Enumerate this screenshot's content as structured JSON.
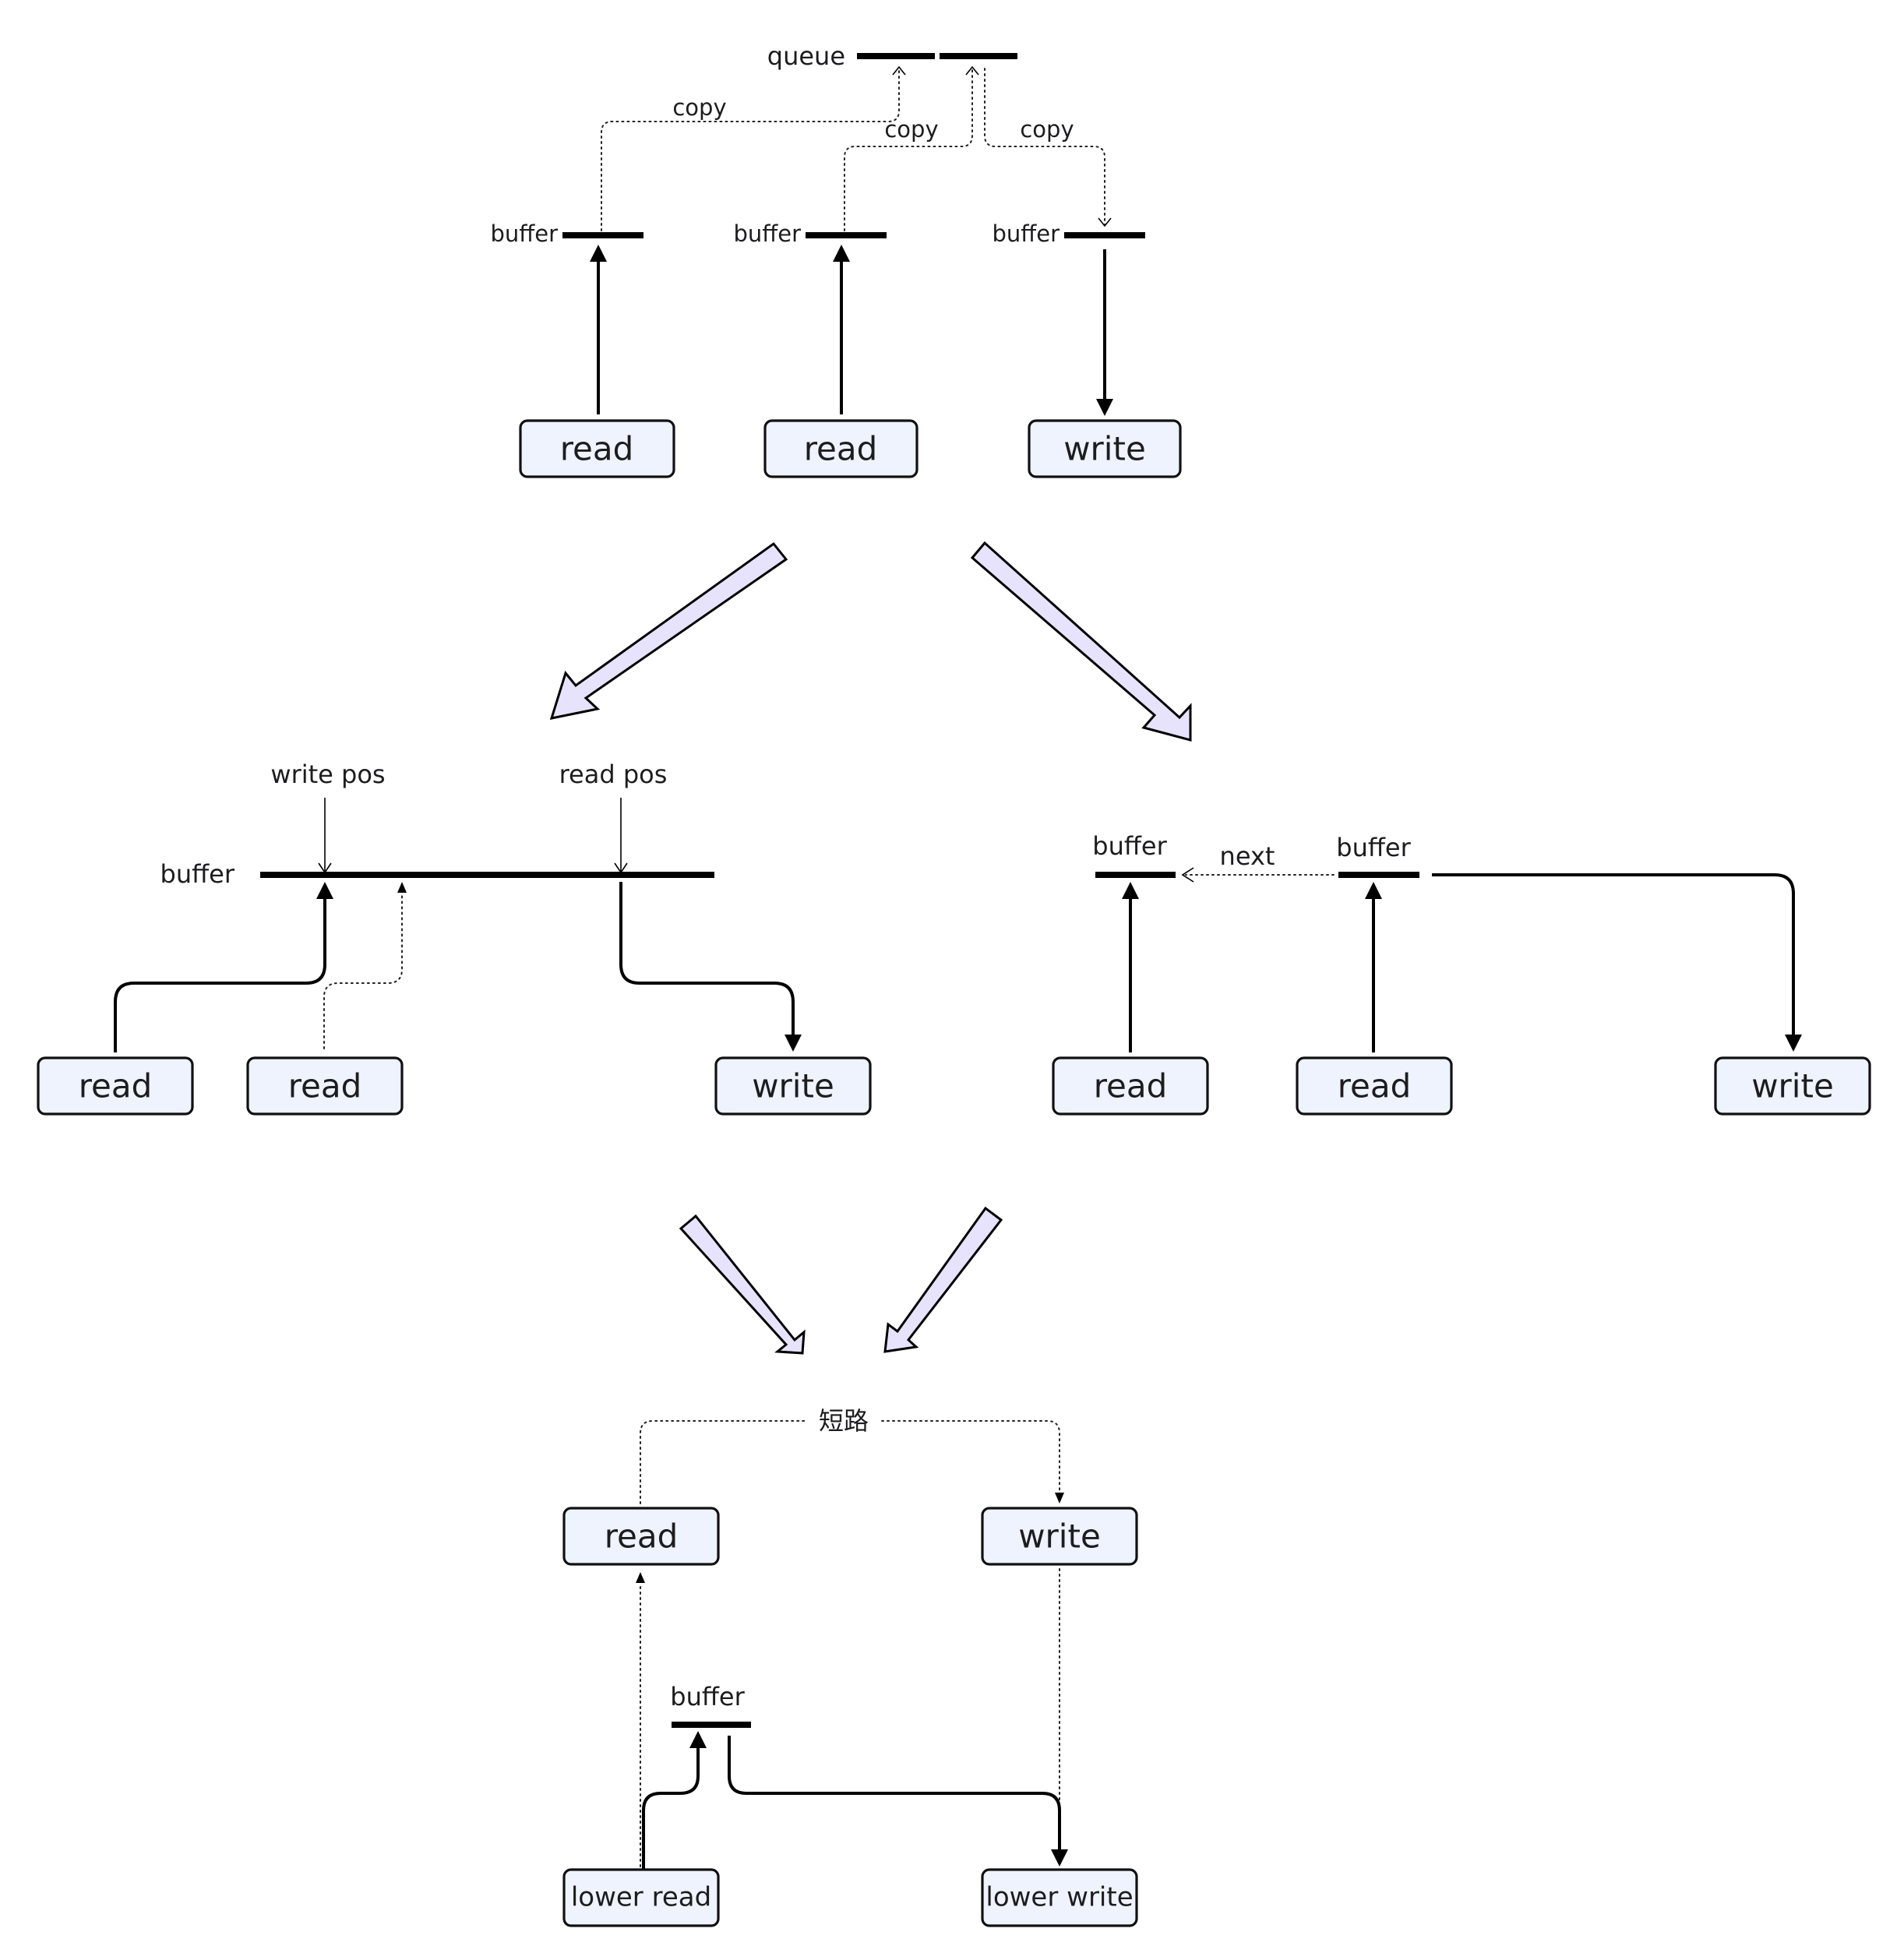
{
  "top": {
    "queue_label": "queue",
    "copy_labels": [
      "copy",
      "copy",
      "copy"
    ],
    "buffer_labels": [
      "buffer",
      "buffer",
      "buffer"
    ],
    "boxes": [
      "read",
      "read",
      "write"
    ]
  },
  "ring": {
    "write_pos_label": "write pos",
    "read_pos_label": "read pos",
    "buffer_label": "buffer",
    "boxes": [
      "read",
      "read",
      "write"
    ]
  },
  "linked": {
    "buffer_labels": [
      "buffer",
      "buffer"
    ],
    "next_label": "next",
    "boxes": [
      "read",
      "read",
      "write"
    ]
  },
  "shortcut": {
    "short_circuit_label": "短路",
    "boxes": [
      "read",
      "write"
    ],
    "buffer_label": "buffer",
    "lower_boxes": [
      "lower read",
      "lower write"
    ]
  },
  "colors": {
    "box_fill": "#eef3fd",
    "transition_arrow_fill": "#e7e3fc",
    "line": "#000000"
  }
}
